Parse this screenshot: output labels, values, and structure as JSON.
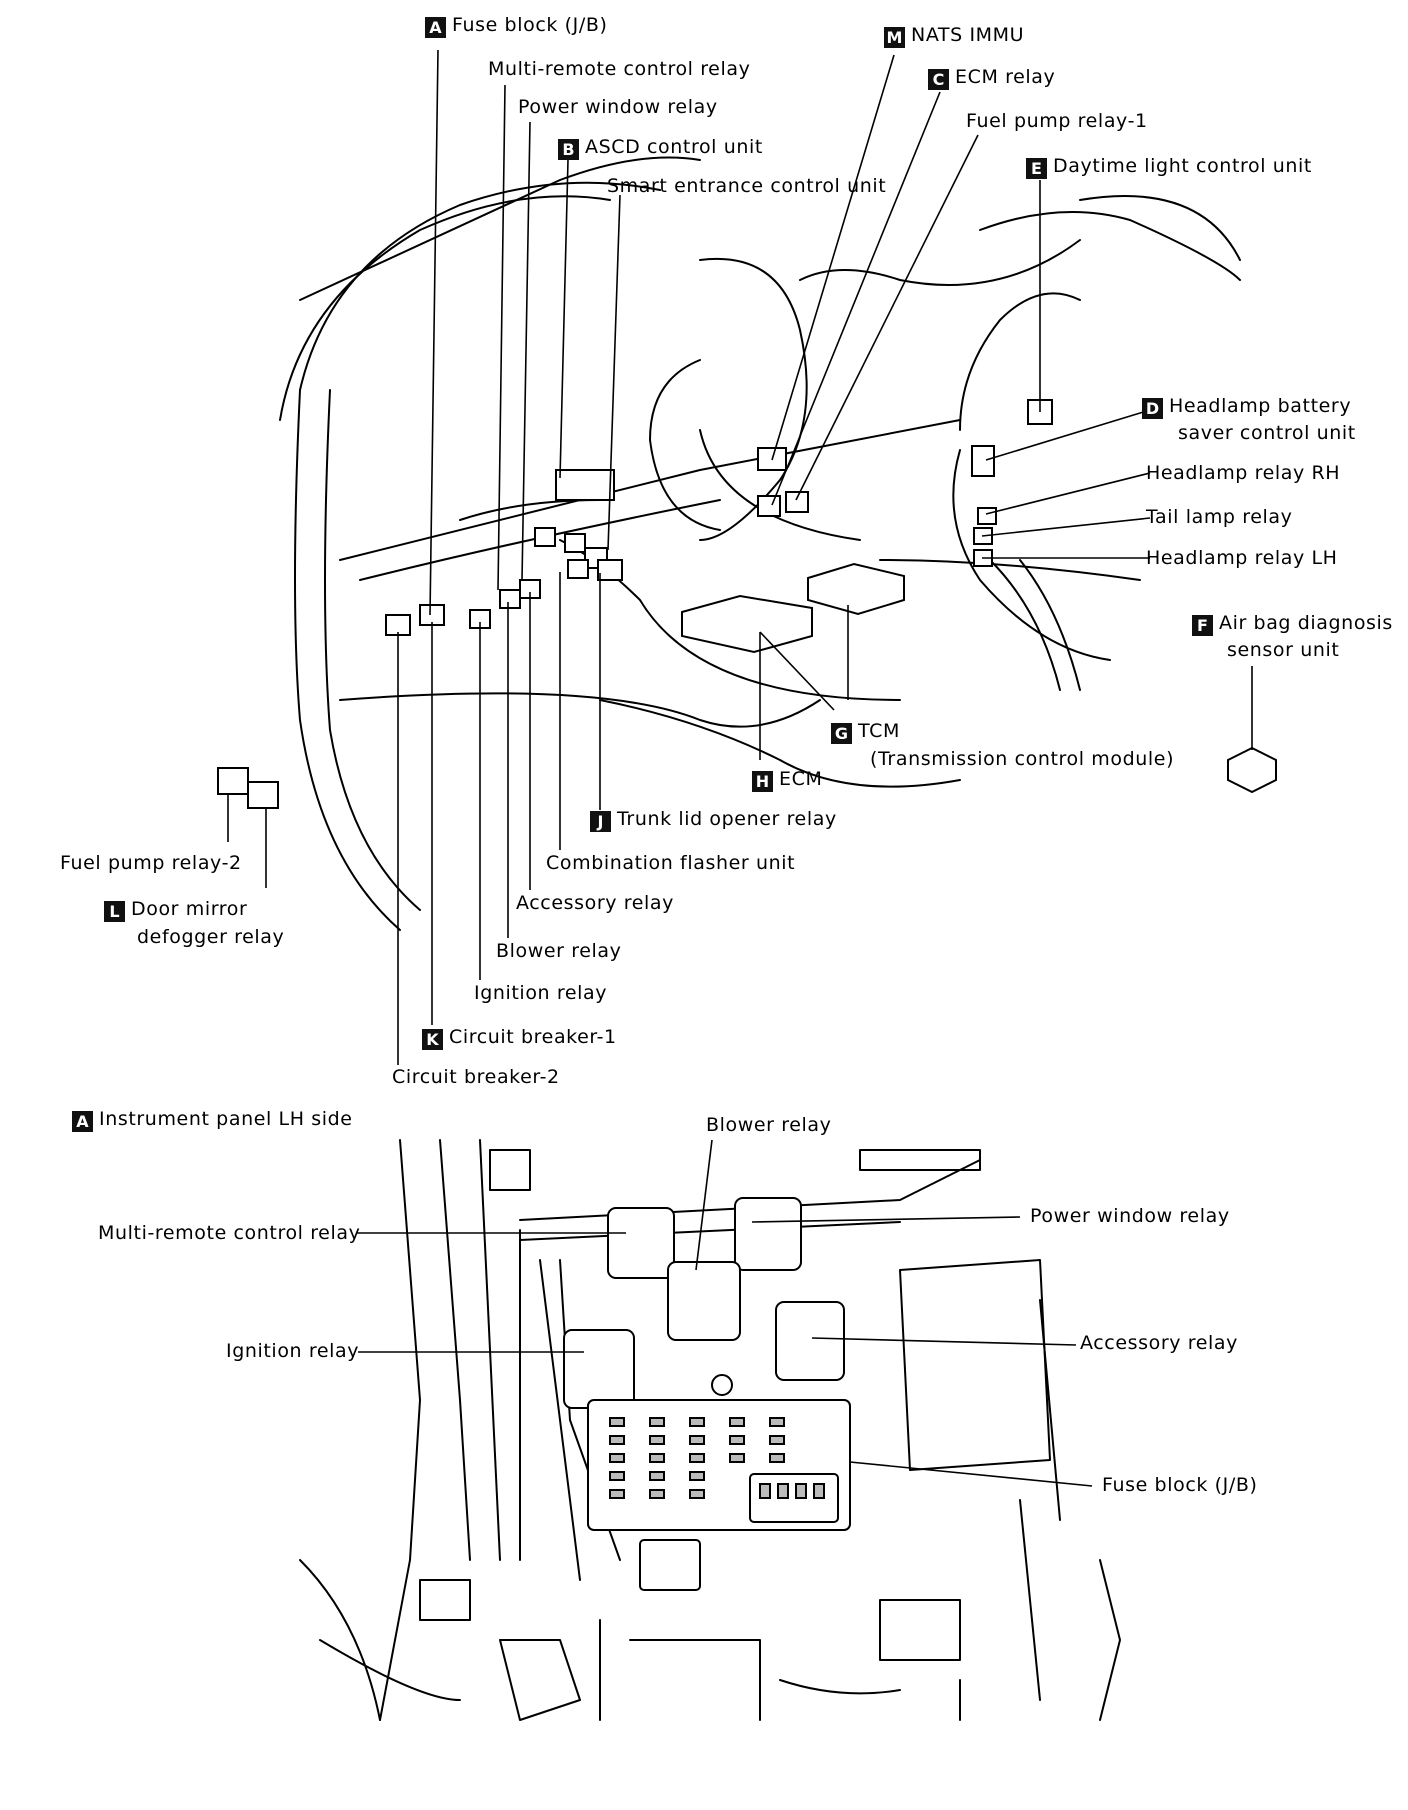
{
  "upper_diagram": {
    "labels": {
      "fuse_block": {
        "badge": "A",
        "text": "Fuse block (J/B)"
      },
      "multi_remote": {
        "text": "Multi-remote control relay"
      },
      "power_window": {
        "text": "Power window relay"
      },
      "ascd": {
        "badge": "B",
        "text": "ASCD control unit"
      },
      "smart_entrance": {
        "text": "Smart entrance control unit"
      },
      "nats": {
        "badge": "M",
        "text": "NATS IMMU"
      },
      "ecm_relay": {
        "badge": "C",
        "text": "ECM relay"
      },
      "fuel_pump_1": {
        "text": "Fuel pump relay-1"
      },
      "daytime_light": {
        "badge": "E",
        "text": "Daytime light control unit"
      },
      "headlamp_saver_1": {
        "badge": "D",
        "text": "Headlamp battery"
      },
      "headlamp_saver_2": {
        "text": "saver control unit"
      },
      "headlamp_rh": {
        "text": "Headlamp relay RH"
      },
      "tail_lamp": {
        "text": "Tail lamp relay"
      },
      "headlamp_lh": {
        "text": "Headlamp relay LH"
      },
      "airbag_1": {
        "badge": "F",
        "text": "Air bag diagnosis"
      },
      "airbag_2": {
        "text": "sensor unit"
      },
      "tcm_1": {
        "badge": "G",
        "text": "TCM"
      },
      "tcm_2": {
        "text": "(Transmission control module)"
      },
      "ecm": {
        "badge": "H",
        "text": "ECM"
      },
      "trunk_lid": {
        "badge": "J",
        "text": "Trunk lid opener relay"
      },
      "combination_flasher": {
        "text": "Combination flasher unit"
      },
      "accessory": {
        "text": "Accessory relay"
      },
      "blower": {
        "text": "Blower relay"
      },
      "ignition": {
        "text": "Ignition relay"
      },
      "circuit_breaker_1": {
        "badge": "K",
        "text": "Circuit breaker-1"
      },
      "circuit_breaker_2": {
        "text": "Circuit breaker-2"
      },
      "fuel_pump_2": {
        "text": "Fuel pump relay-2"
      },
      "door_mirror_1": {
        "badge": "L",
        "text": "Door mirror"
      },
      "door_mirror_2": {
        "text": "defogger relay"
      }
    }
  },
  "lower_diagram": {
    "title": {
      "badge": "A",
      "text": "Instrument panel LH side"
    },
    "labels": {
      "blower": "Blower relay",
      "multi_remote": "Multi-remote control relay",
      "power_window": "Power window relay",
      "ignition": "Ignition relay",
      "accessory": "Accessory relay",
      "fuse_block": "Fuse block (J/B)"
    }
  }
}
